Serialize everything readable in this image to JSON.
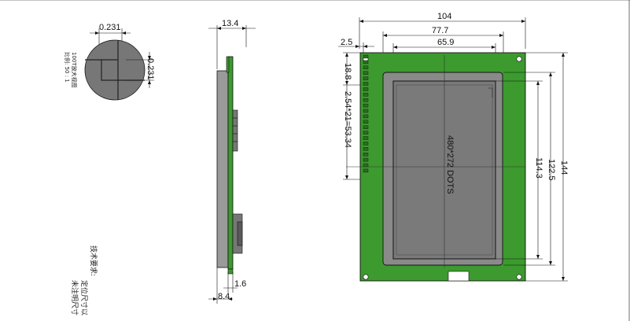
{
  "detail_view": {
    "dim_top": "0.231",
    "dim_side": "0.231",
    "note_line1": "100T放大视图",
    "note_line2": "比例: 50 : 1"
  },
  "side_view": {
    "dim_thickness": "13.4",
    "dim_bottom_small": "1.6",
    "dim_bottom_total": "8.4"
  },
  "front_view": {
    "dim_width_total": "104",
    "dim_width_view": "77.7",
    "dim_width_active": "65.9",
    "dim_offset_left": "2.5",
    "dim_pin_offset": "18.8",
    "dim_pin_pitch": "2.54*21=53.34",
    "dim_height_total": "144",
    "dim_height_view": "122.5",
    "dim_height_active": "114.3",
    "resolution_label": "480*272 DOTS"
  },
  "technical_notes": {
    "title": "技术要求:",
    "line1": "定位尺寸以",
    "line2": "未注明尺寸"
  },
  "colors": {
    "pcb_green": "#3c9a2e",
    "bezel_gray": "#8a8a8a",
    "panel_gray": "#7a7a7a",
    "side_body": "#9a9a9a"
  }
}
